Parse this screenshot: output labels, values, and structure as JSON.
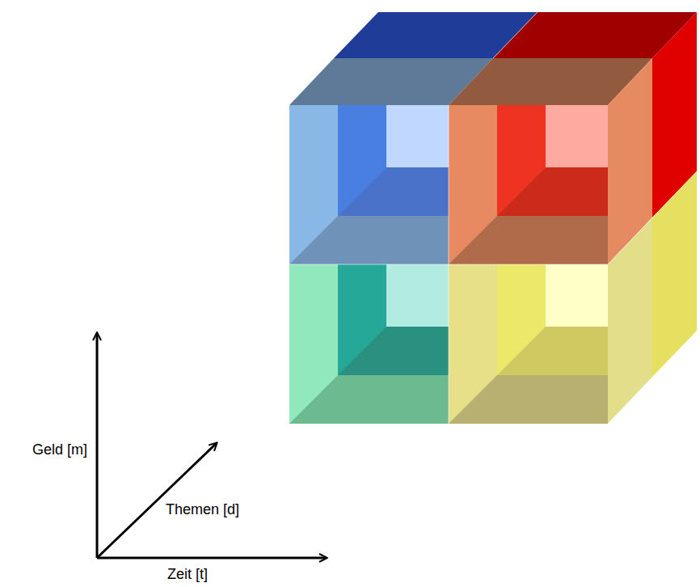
{
  "diagram": {
    "labels": [
      "Geld [m]",
      "Themen [d]",
      "Zeit [t]"
    ]
  }
}
